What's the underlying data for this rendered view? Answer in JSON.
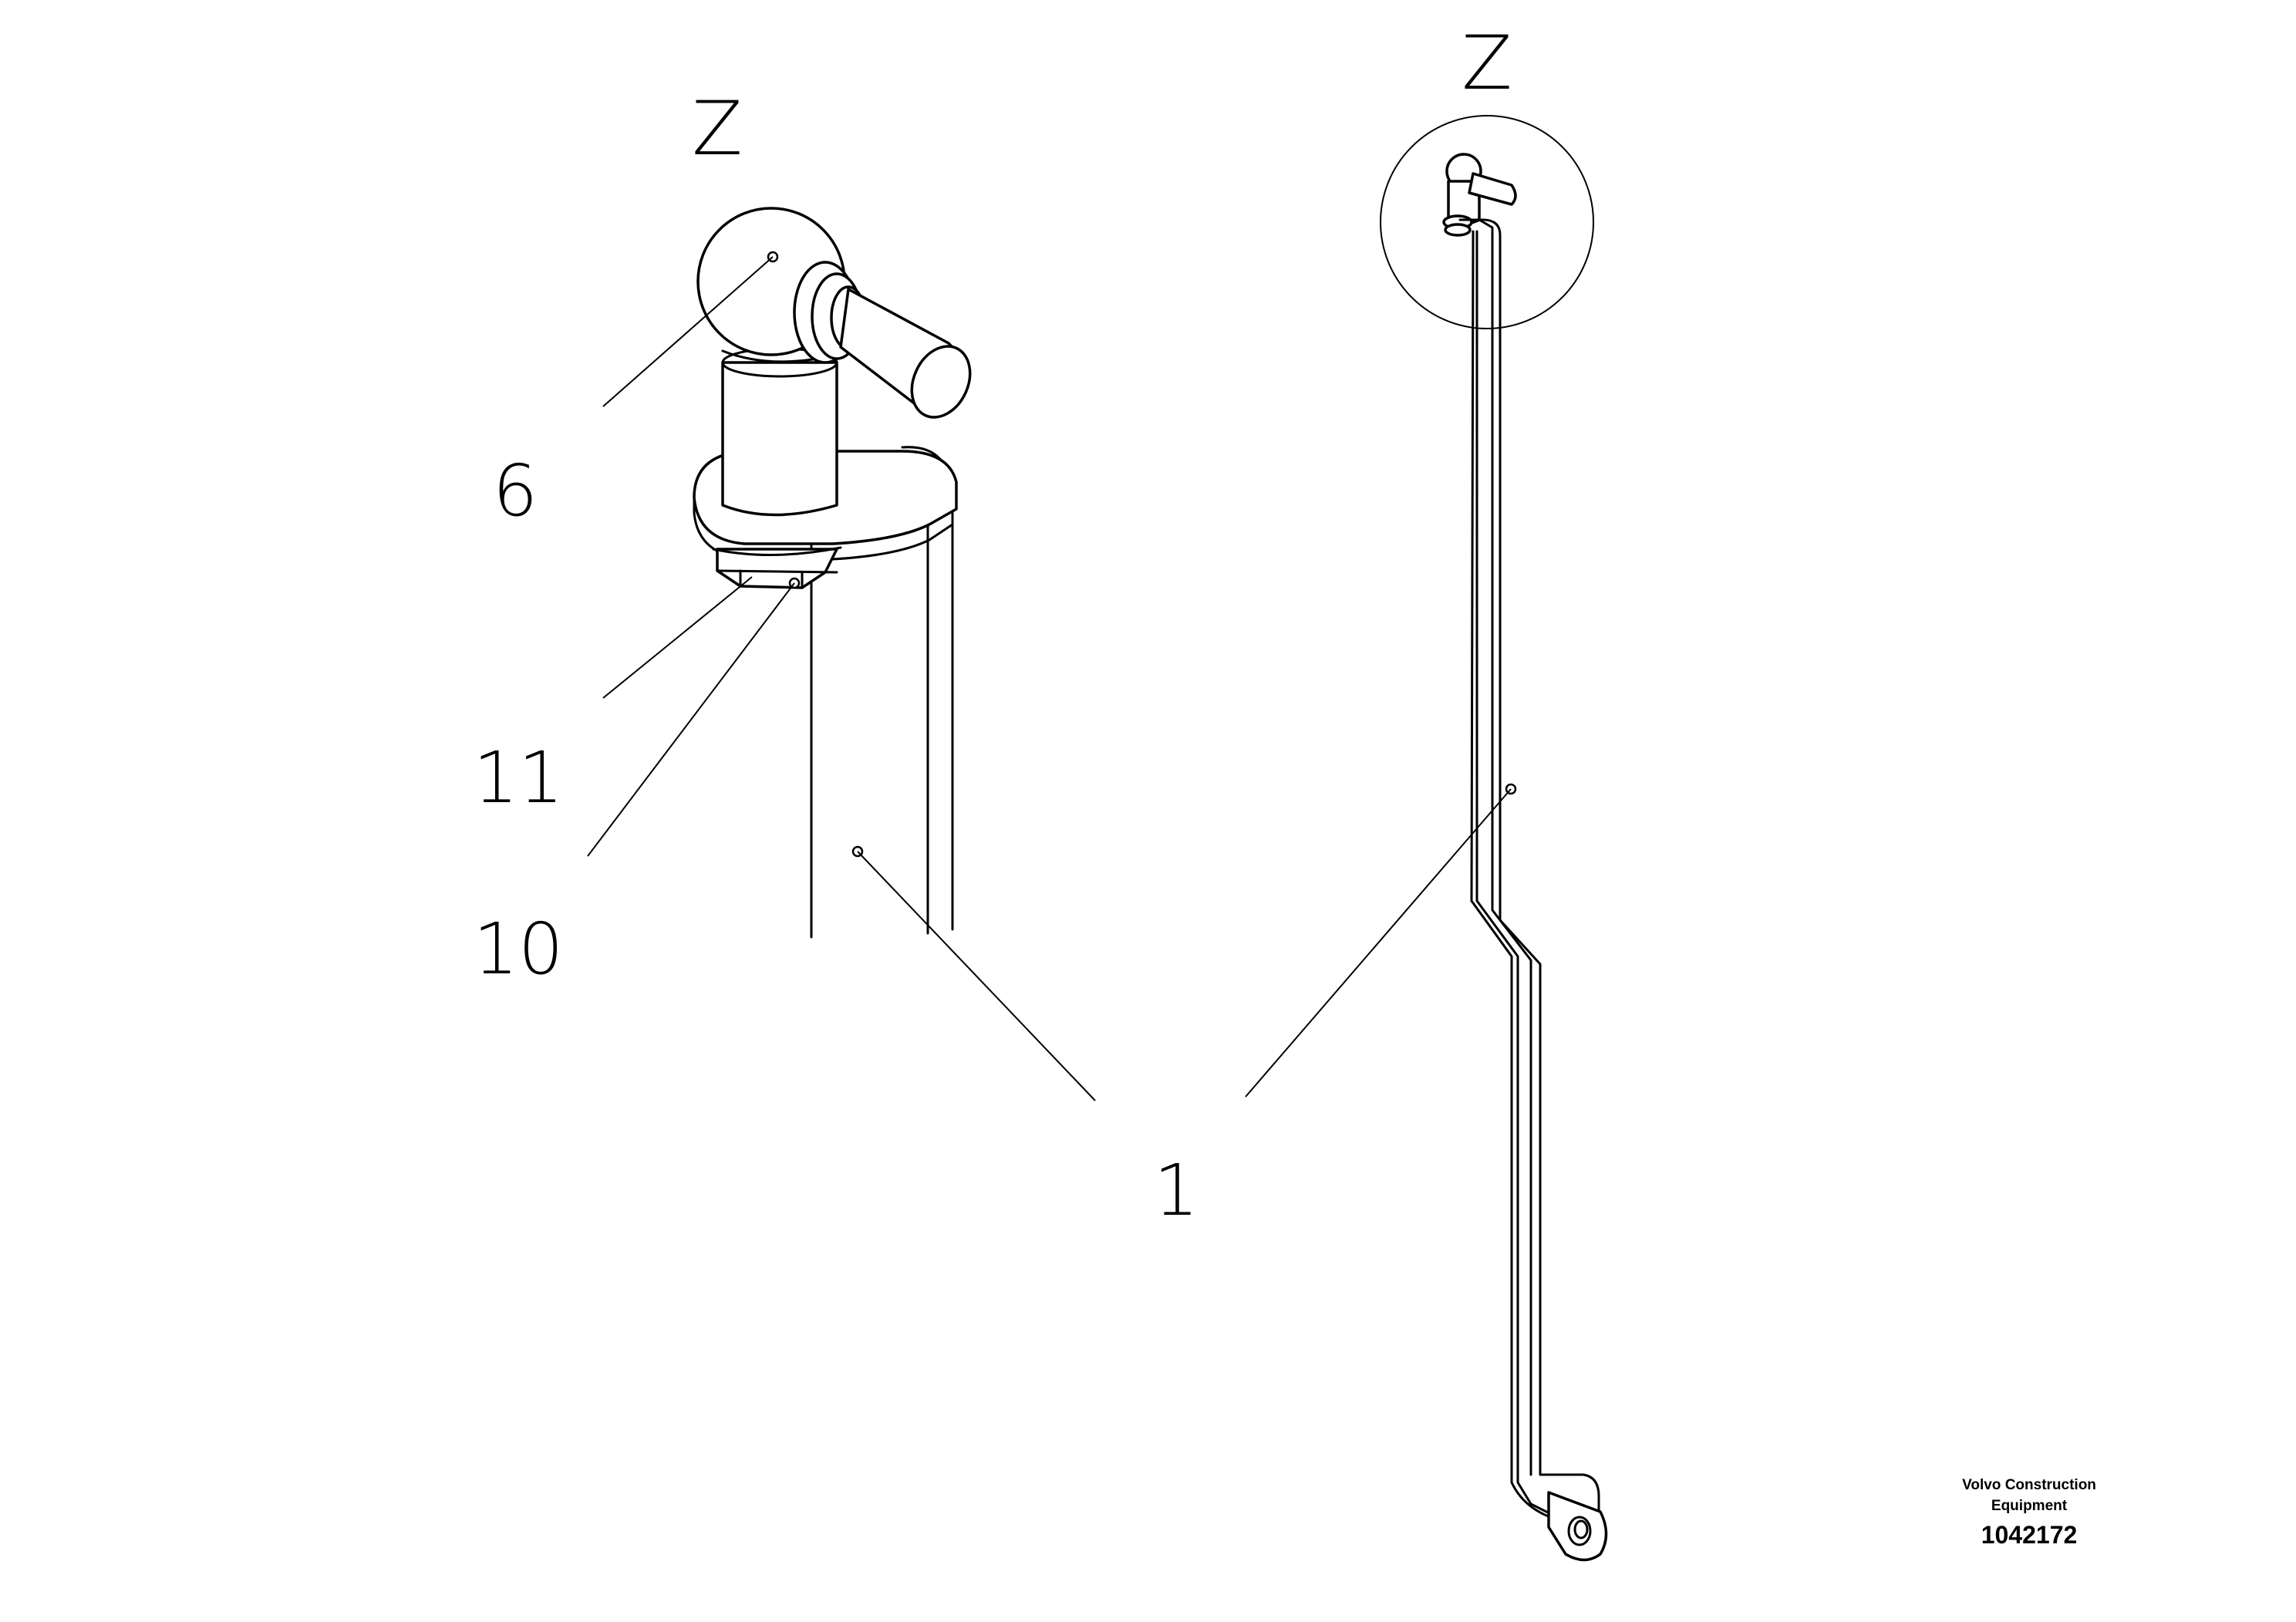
{
  "view_labels": {
    "detail_view": "Z",
    "overview_view": "Z"
  },
  "callouts": {
    "part_6": "6",
    "part_11": "11",
    "part_10": "10",
    "part_1": "1"
  },
  "title_block": {
    "manufacturer_line1": "Volvo Construction",
    "manufacturer_line2": "Equipment",
    "document_number": "1042172"
  }
}
